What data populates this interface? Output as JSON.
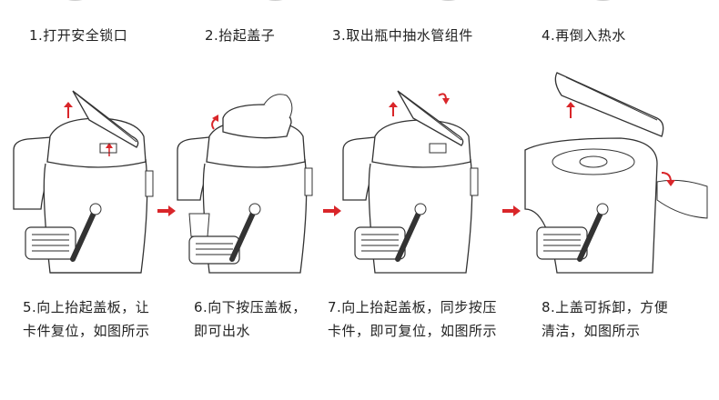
{
  "colors": {
    "line": "#333333",
    "accent": "#d9262a",
    "fill": "#ffffff",
    "grille": "#555555"
  },
  "steps_top": [
    {
      "label": "1.打开安全锁口"
    },
    {
      "label": "2.抬起盖子"
    },
    {
      "label": "3.取出瓶中抽水管组件"
    },
    {
      "label": "4.再倒入热水"
    }
  ],
  "steps_bottom": [
    {
      "line1": "5.向上抬起盖板，让",
      "line2": "卡件复位，如图所示"
    },
    {
      "line1": "6.向下按压盖板，",
      "line2": "即可出水"
    },
    {
      "line1": "7.向上抬起盖板，同步按压",
      "line2": "卡件，即可复位，如图所示"
    },
    {
      "line1": "8.上盖可拆卸，方便",
      "line2": "清洁，如图所示"
    }
  ],
  "icons": [
    "arrow-right-icon",
    "arrow-up-icon",
    "rotate-arrow-icon"
  ]
}
